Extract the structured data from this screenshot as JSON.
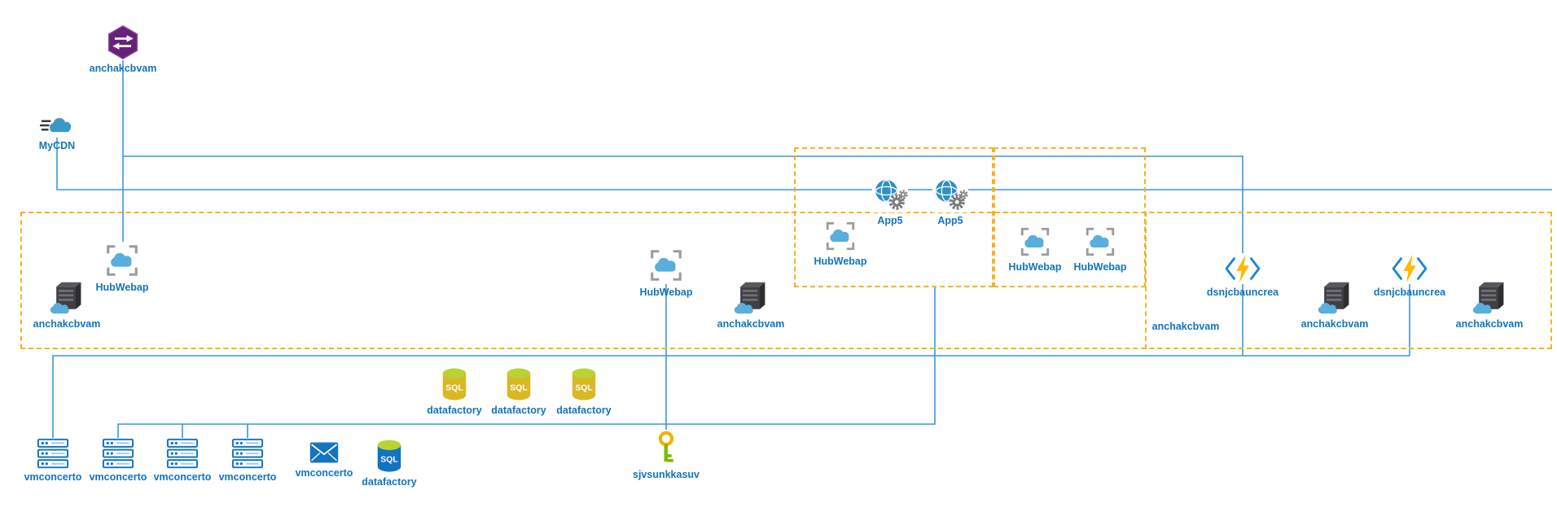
{
  "diagram": {
    "colors": {
      "label_text": "#1474be",
      "connector": "#3a97d3",
      "zone_border": "#f6b221",
      "vnet_purple": "#68217a",
      "cloud_blue": "#58aedd",
      "function_bolt": "#ffb900",
      "key_green": "#7fba00",
      "sql_top_green": "#b8d432"
    },
    "icon_text": {
      "sql": "SQL"
    },
    "nodes": [
      {
        "id": "vnet",
        "icon": "virtual-network-icon",
        "label": "anchakcbvam"
      },
      {
        "id": "cdn",
        "icon": "cdn-profile-icon",
        "label": "MyCDN"
      },
      {
        "id": "webapp-left",
        "icon": "app-service-icon",
        "label": "HubWebap"
      },
      {
        "id": "server-left",
        "icon": "server-cloud-icon",
        "label": "anchakcbvam"
      },
      {
        "id": "webapp-mid",
        "icon": "app-service-icon",
        "label": "HubWebap"
      },
      {
        "id": "server-mid",
        "icon": "server-cloud-icon",
        "label": "anchakcbvam"
      },
      {
        "id": "webapp-zone-a",
        "icon": "app-service-icon",
        "label": "HubWebap"
      },
      {
        "id": "app5-1",
        "icon": "web-app-gears-icon",
        "label": "App5"
      },
      {
        "id": "app5-2",
        "icon": "web-app-gears-icon",
        "label": "App5"
      },
      {
        "id": "webapp-zone-b-1",
        "icon": "app-service-icon",
        "label": "HubWebap"
      },
      {
        "id": "webapp-zone-b-2",
        "icon": "app-service-icon",
        "label": "HubWebap"
      },
      {
        "id": "right-zone-label",
        "icon": "",
        "label": "anchakcbvam"
      },
      {
        "id": "function-1",
        "icon": "function-app-icon",
        "label": "dsnjcbauncrea"
      },
      {
        "id": "server-right-1",
        "icon": "server-cloud-icon",
        "label": "anchakcbvam"
      },
      {
        "id": "function-2",
        "icon": "function-app-icon",
        "label": "dsnjcbauncrea"
      },
      {
        "id": "server-right-2",
        "icon": "server-cloud-icon",
        "label": "anchakcbvam"
      },
      {
        "id": "sql-1",
        "icon": "sql-database-icon",
        "label": "datafactory"
      },
      {
        "id": "sql-2",
        "icon": "sql-database-icon",
        "label": "datafactory"
      },
      {
        "id": "sql-3",
        "icon": "sql-database-icon",
        "label": "datafactory"
      },
      {
        "id": "vm-1",
        "icon": "vm-stack-icon",
        "label": "vmconcerto"
      },
      {
        "id": "vm-2",
        "icon": "vm-stack-icon",
        "label": "vmconcerto"
      },
      {
        "id": "vm-3",
        "icon": "vm-stack-icon",
        "label": "vmconcerto"
      },
      {
        "id": "vm-4",
        "icon": "vm-stack-icon",
        "label": "vmconcerto"
      },
      {
        "id": "mail",
        "icon": "envelope-icon",
        "label": "vmconcerto"
      },
      {
        "id": "sql-blue",
        "icon": "sql-database-blue-icon",
        "label": "datafactory"
      },
      {
        "id": "keyvault",
        "icon": "key-icon",
        "label": "sjvsunkkasuv"
      }
    ]
  }
}
